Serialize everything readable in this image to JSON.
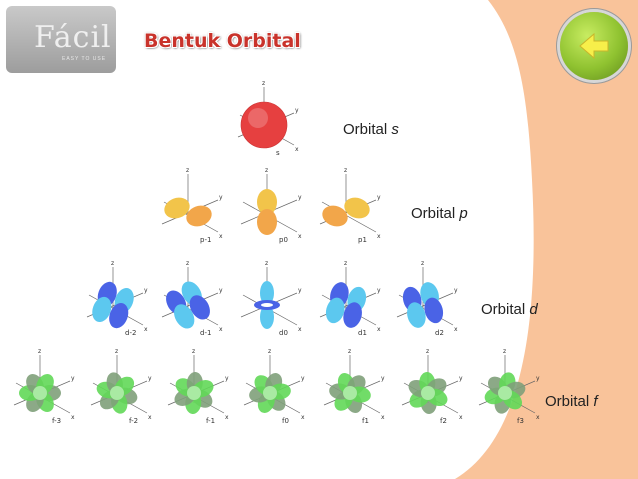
{
  "slide": {
    "title": "Bentuk Orbital",
    "logo": {
      "word": "Fácil",
      "tagline": "EASY TO USE"
    },
    "accent_color": "#f9c39a",
    "title_color": "#c9332b"
  },
  "nav": {
    "back_icon": "arrow-left-icon"
  },
  "rows": [
    {
      "label_prefix": "Orbital ",
      "label_italic": "s",
      "color": "#e64040",
      "orbitals": [
        {
          "sub": "s"
        }
      ]
    },
    {
      "label_prefix": "Orbital ",
      "label_italic": "p",
      "color": "#f2c44a",
      "orbitals": [
        {
          "sub": "p-1"
        },
        {
          "sub": "p0"
        },
        {
          "sub": "p1"
        }
      ]
    },
    {
      "label_prefix": "Orbital ",
      "label_italic": "d",
      "color": "#4a63e6",
      "orbitals": [
        {
          "sub": "d-2"
        },
        {
          "sub": "d-1"
        },
        {
          "sub": "d0"
        },
        {
          "sub": "d1"
        },
        {
          "sub": "d2"
        }
      ]
    },
    {
      "label_prefix": "Orbital ",
      "label_italic": "f",
      "color": "#62d858",
      "orbitals": [
        {
          "sub": "f-3"
        },
        {
          "sub": "f-2"
        },
        {
          "sub": "f-1"
        },
        {
          "sub": "f0"
        },
        {
          "sub": "f1"
        },
        {
          "sub": "f2"
        },
        {
          "sub": "f3"
        }
      ]
    }
  ]
}
